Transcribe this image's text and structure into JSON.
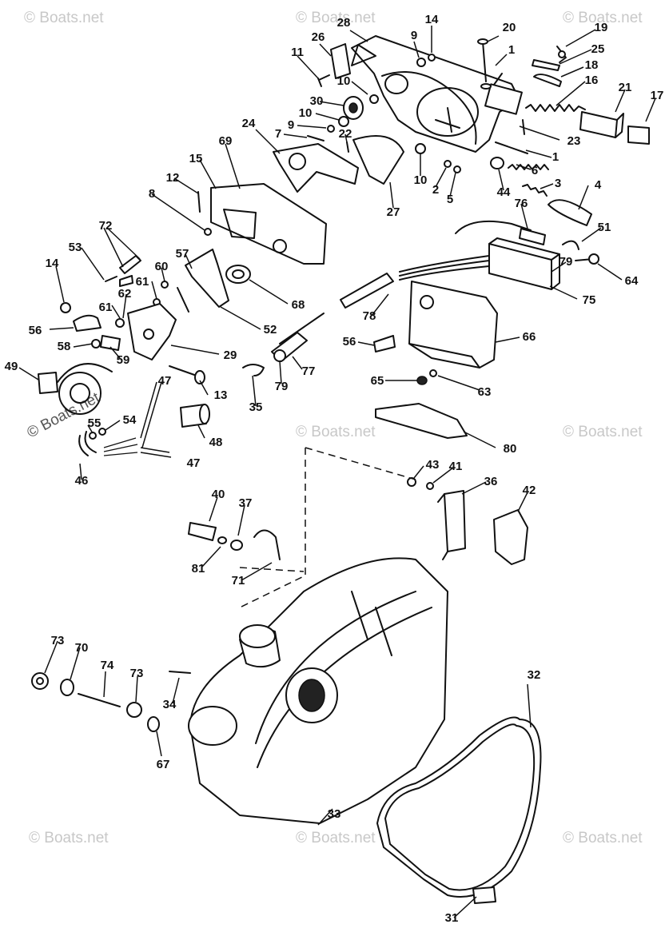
{
  "watermark": {
    "text": "© Boats.net"
  },
  "callouts": [
    "14",
    "9",
    "28",
    "20",
    "19",
    "26",
    "11",
    "1",
    "25",
    "18",
    "10",
    "16",
    "30",
    "21",
    "17",
    "10",
    "9",
    "7",
    "22",
    "24",
    "23",
    "1",
    "69",
    "6",
    "15",
    "12",
    "10",
    "2",
    "5",
    "44",
    "3",
    "4",
    "27",
    "8",
    "76",
    "51",
    "72",
    "53",
    "57",
    "60",
    "14",
    "61",
    "64",
    "79",
    "68",
    "75",
    "61",
    "62",
    "56",
    "52",
    "78",
    "58",
    "59",
    "29",
    "56",
    "66",
    "49",
    "77",
    "79",
    "47",
    "65",
    "63",
    "13",
    "35",
    "55",
    "54",
    "48",
    "47",
    "80",
    "46",
    "43",
    "41",
    "40",
    "37",
    "36",
    "42",
    "81",
    "71",
    "73",
    "70",
    "74",
    "73",
    "34",
    "32",
    "67",
    "33",
    "31"
  ]
}
